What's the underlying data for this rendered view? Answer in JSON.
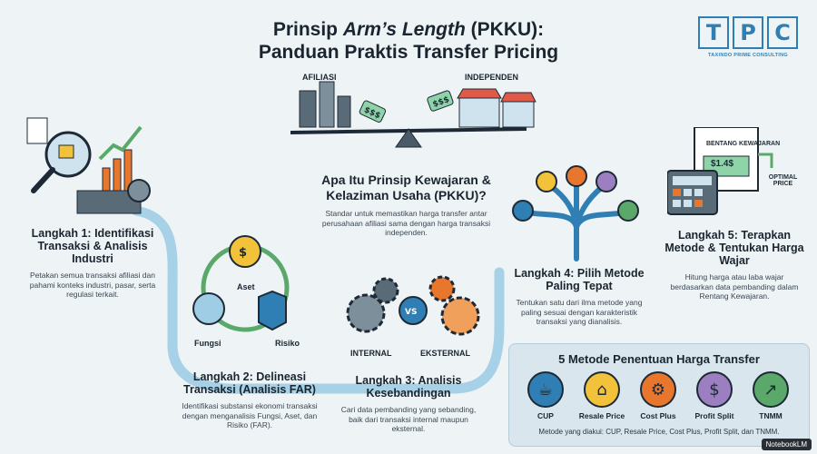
{
  "header": {
    "title_line1_prefix": "Prinsip ",
    "title_line1_italic": "Arm’s Length",
    "title_line1_suffix": " (PKKU):",
    "title_line2": "Panduan Praktis Transfer Pricing"
  },
  "logo": {
    "letters": [
      "T",
      "P",
      "C"
    ],
    "subtitle": "TAXINDO PRIME CONSULTING"
  },
  "scale": {
    "left_label": "AFILIASI",
    "right_label": "INDEPENDEN"
  },
  "center": {
    "title": "Apa Itu Prinsip Kewajaran & Kelaziman Usaha (PKKU)?",
    "desc": "Standar untuk memastikan harga transfer antar perusahaan afiliasi sama dengan harga transaksi independen."
  },
  "steps": [
    {
      "title": "Langkah 1: Identifikasi Transaksi & Analisis Industri",
      "desc": "Petakan semua transaksi afiliasi dan pahami konteks industri, pasar, serta regulasi terkait."
    },
    {
      "title": "Langkah 2: Delineasi Transaksi (Analisis FAR)",
      "desc": "Identifikasi substansi ekonomi transaksi dengan menganalisis Fungsi, Aset, dan Risiko (FAR)."
    },
    {
      "title": "Langkah 3: Analisis Kesebandingan",
      "desc": "Cari data pembanding yang sebanding, baik dari transaksi internal maupun eksternal."
    },
    {
      "title": "Langkah 4: Pilih Metode Paling Tepat",
      "desc": "Tentukan satu dari ilma metode yang paling sesuai dengan karakteristik transaksi yang dianalisis."
    },
    {
      "title": "Langkah 5: Terapkan Metode & Tentukan Harga Wajar",
      "desc": "Hitung harga atau laba wajar berdasarkan data pembanding dalam Rentang Kewajaran."
    }
  ],
  "far": {
    "aset": "Aset",
    "fungsi": "Fungsi",
    "risiko": "Risiko"
  },
  "comparison": {
    "left": "INTERNAL",
    "vs": "VS",
    "right": "EKSTERNAL"
  },
  "range": {
    "label": "BENTANG KEWAJARAN",
    "value": "$1.4$",
    "optimal": "OPTIMAL PRICE"
  },
  "methods": {
    "title": "5 Metode Penentuan Harga Transfer",
    "items": [
      {
        "label": "CUP",
        "color": "#2f7fb4"
      },
      {
        "label": "Resale Price",
        "color": "#f2c23a"
      },
      {
        "label": "Cost Plus",
        "color": "#e8762c"
      },
      {
        "label": "Profit Split",
        "color": "#9b7fc0"
      },
      {
        "label": "TNMM",
        "color": "#5aa86a"
      }
    ],
    "note": "Metode yang diakui: CUP, Resale Price, Cost Plus, Profit Split, dan TNMM."
  },
  "badge": "NotebookLM"
}
